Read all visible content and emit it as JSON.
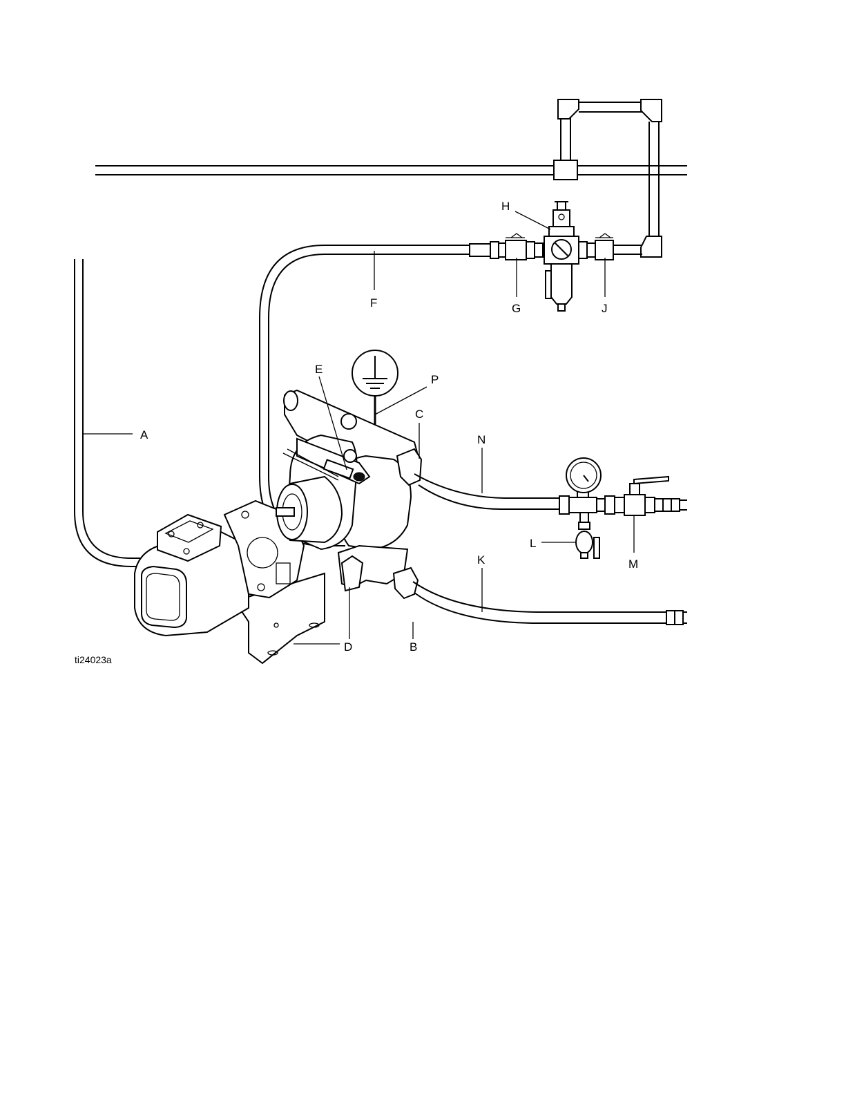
{
  "figure_id": "ti24023a",
  "callouts": {
    "A": "A",
    "B": "B",
    "C": "C",
    "D1": "D",
    "D2": "D",
    "E": "E",
    "F": "F",
    "G": "G",
    "H": "H",
    "J": "J",
    "K": "K",
    "L": "L",
    "M": "M",
    "N": "N",
    "P": "P"
  },
  "icons": {
    "ground": "ground-symbol-icon",
    "gauge": "pressure-gauge-icon"
  }
}
